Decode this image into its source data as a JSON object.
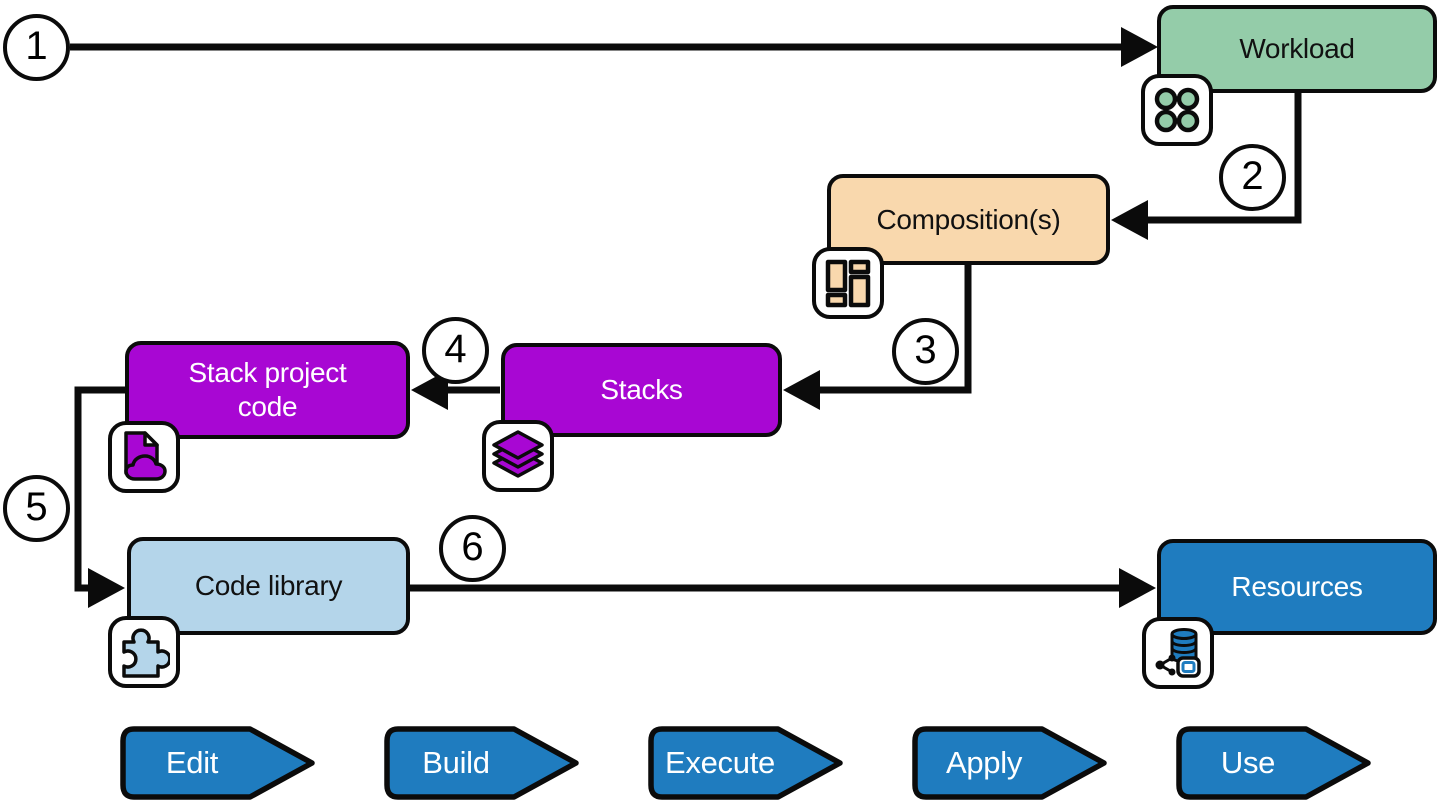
{
  "figure": {
    "background": "#ffffff",
    "line_color": "#0b0b0b"
  },
  "nodes": {
    "workload": {
      "label": "Workload",
      "fill": "#94cca9",
      "text_color": "#111111",
      "icon": "app-grid-icon"
    },
    "compositions": {
      "label": "Composition(s)",
      "fill": "#f9d8ad",
      "text_color": "#111111",
      "icon": "layout-blocks-icon"
    },
    "stacks": {
      "label": "Stacks",
      "fill": "#a807d3",
      "text_color": "#ffffff",
      "icon": "layers-icon"
    },
    "stack_project_code": {
      "label": "Stack project code",
      "fill": "#a807d3",
      "text_color": "#ffffff",
      "icon": "code-file-cloud-icon"
    },
    "code_library": {
      "label": "Code library",
      "fill": "#b4d5ea",
      "text_color": "#111111",
      "icon": "puzzle-piece-icon"
    },
    "resources": {
      "label": "Resources",
      "fill": "#1f7cbf",
      "text_color": "#ffffff",
      "icon": "infrastructure-resources-icon"
    }
  },
  "steps": [
    "1",
    "2",
    "3",
    "4",
    "5",
    "6"
  ],
  "actions": {
    "labels": [
      "Edit",
      "Build",
      "Execute",
      "Apply",
      "Use"
    ],
    "fill": "#1f7cbf",
    "text_color": "#ffffff"
  }
}
